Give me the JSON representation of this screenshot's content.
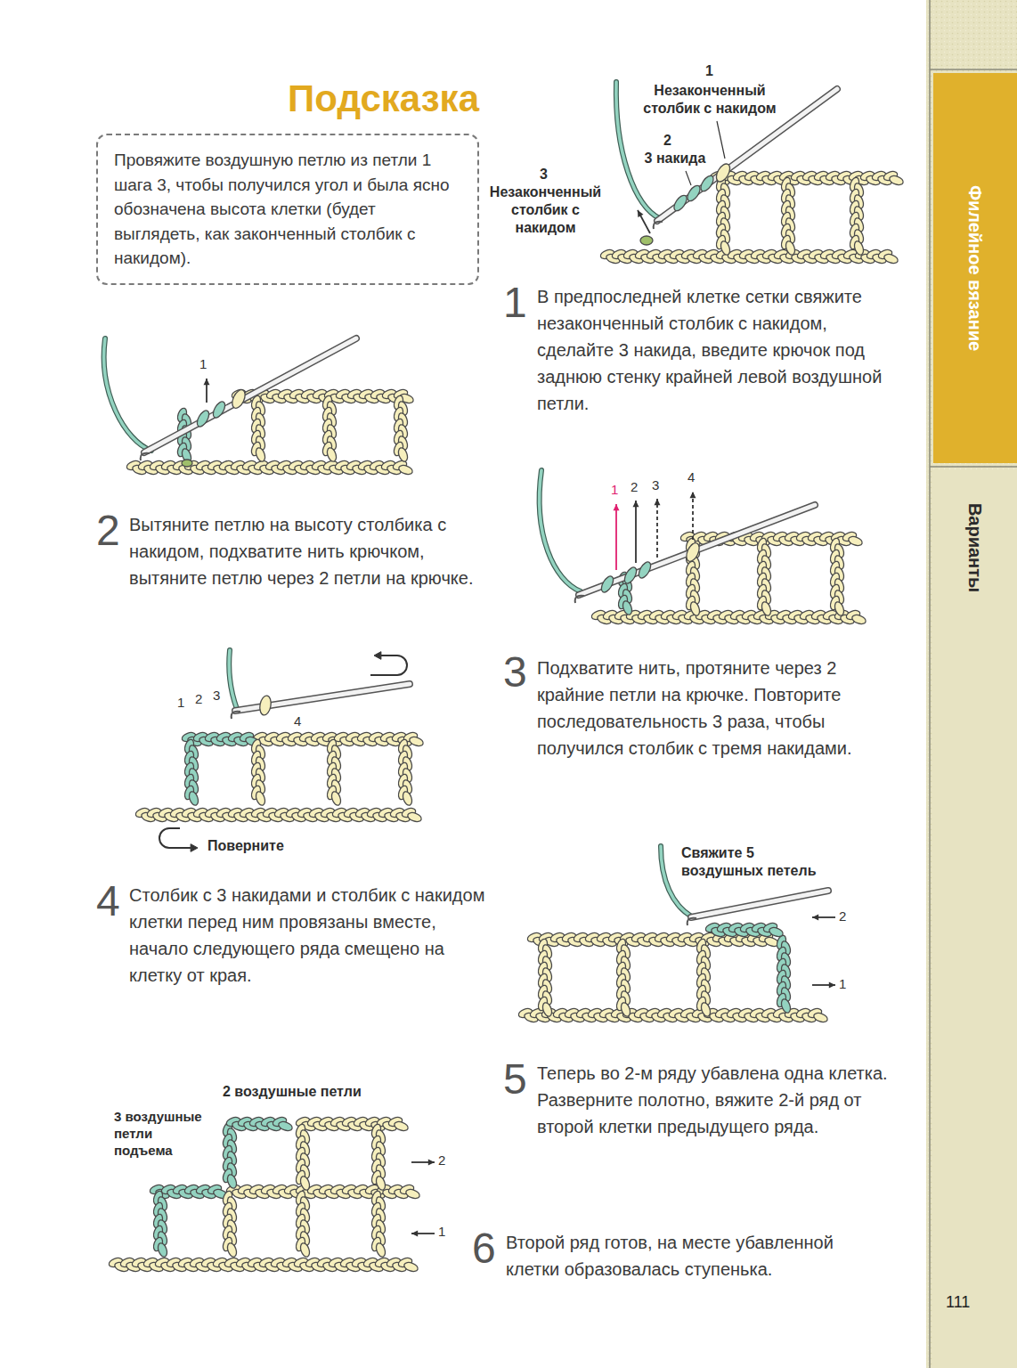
{
  "diagram": {
    "nodes": [
      {
        "text": [
          "Подсказка",
          "Провяжите воздушную петлю из петли 1 шага 3, чтобы получился угол и была ясно обозначена высота клетки (будет выглядеть, как законченный столбик с накидом)."
        ]
      },
      {
        "text": [
          "Филейное вязание"
        ]
      },
      {
        "text": [
          "Варианты"
        ]
      }
    ],
    "labels": [
      "1",
      "2",
      "Вытяните петлю на высоту столбика с накидом, подхватите нить крючком, вытяните петлю через 2 петли на крючке.",
      "1",
      "2",
      "3",
      "4",
      "Поверните",
      "4",
      "Столбик с 3 накидами и столбик с накидом клетки перед ним провязаны вместе, начало следующего ряда смещено на клетку от края.",
      "2 воздушные петли",
      "3 воздушные петли подъема",
      "2",
      "1",
      "1",
      "Незаконченный столбик с накидом",
      "2",
      "3 накида",
      "3",
      "Незаконченный столбик с накидом",
      "1",
      "В предпоследней клетке сетки свяжите незаконченный столбик с накидом, сделайте 3 накида, введите крючок под заднюю стенку крайней левой воздушной петли.",
      "1",
      "2",
      "3",
      "4",
      "3",
      "Подхватите нить, протяните через 2 крайние петли на крючке. Повторите последовательность 3 раза, чтобы получился столбик с тремя накидами.",
      "Свяжите 5 воздушных петель",
      "2",
      "1",
      "5",
      "Теперь во 2-м ряду убавлена одна клетка. Разверните полотно, вяжите 2-й ряд от второй клетки предыдущего ряда.",
      "6",
      "Второй ряд готов, на месте убавленной клетки образовалась ступенька.",
      "111"
    ]
  }
}
